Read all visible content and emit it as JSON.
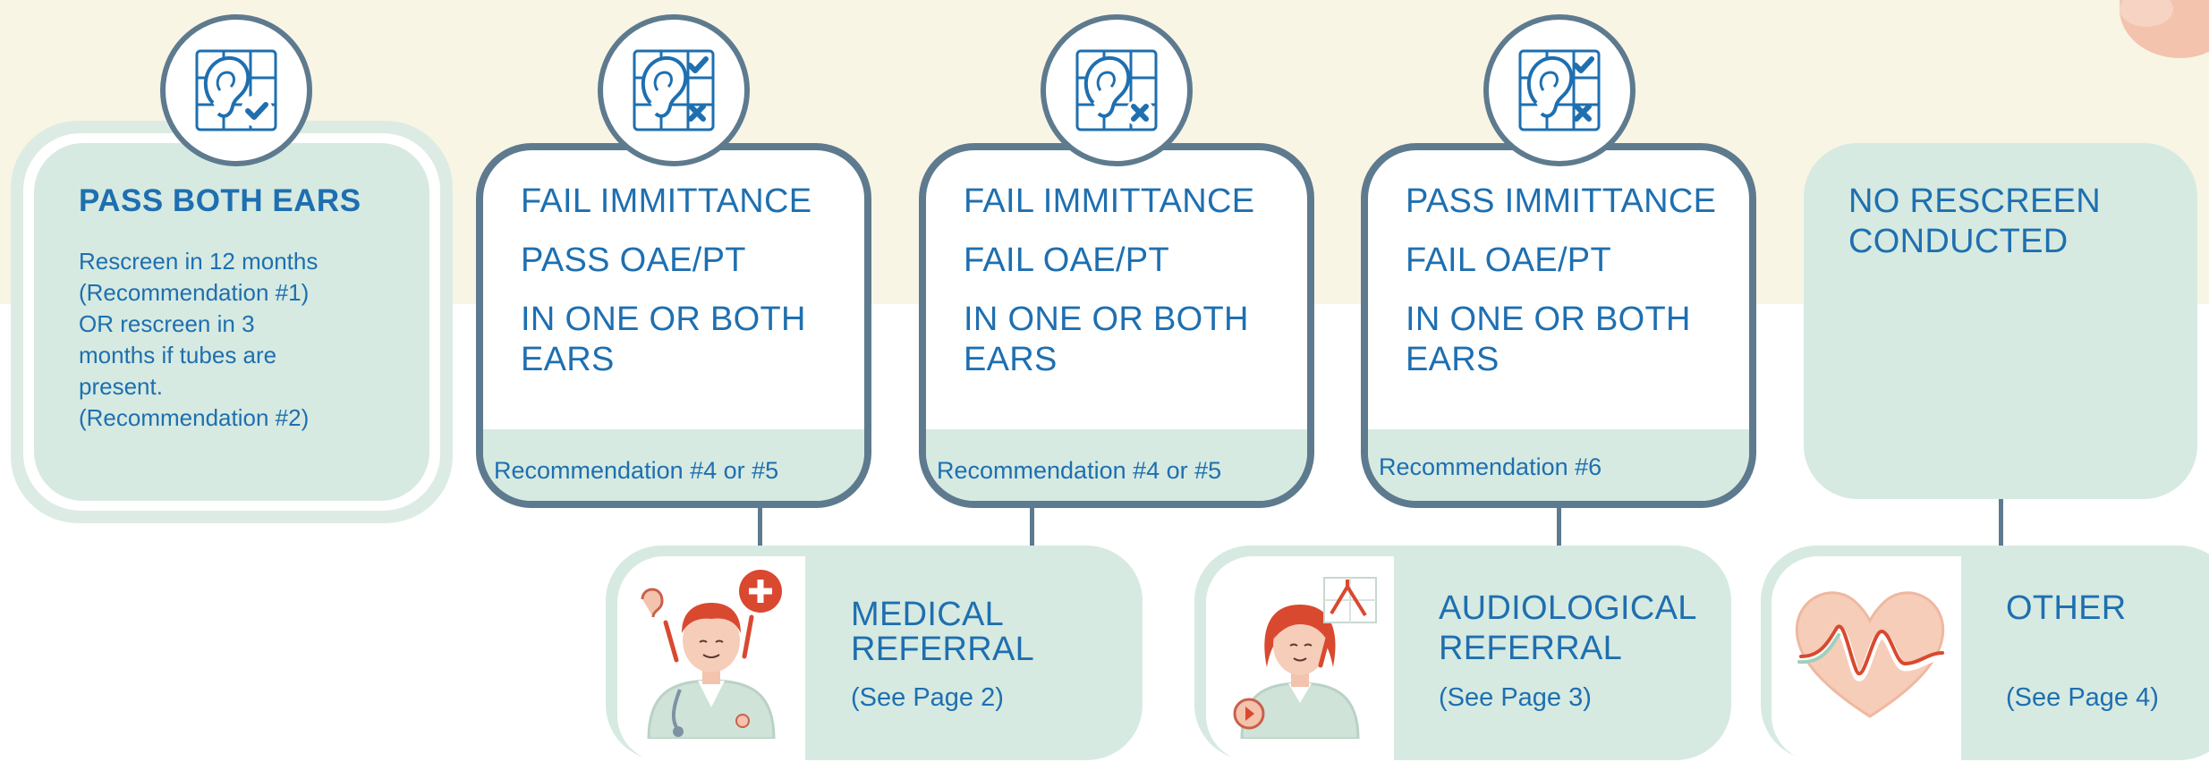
{
  "colors": {
    "text_blue": "#1e6fb0",
    "border_slate": "#5e7a8e",
    "mint": "#d6eae1",
    "cream": "#f8f5e5"
  },
  "pass_box": {
    "title": "PASS BOTH EARS",
    "lines": [
      "Rescreen in 12 months",
      "(Recommendation #1)",
      "OR  rescreen in 3",
      "months if tubes are",
      "present.",
      "(Recommendation #2)"
    ],
    "icon": "ear-grid-check-icon"
  },
  "result_boxes": [
    {
      "line1": "FAIL IMMITTANCE",
      "line2": "PASS OAE/PT",
      "line3": "IN ONE OR BOTH",
      "line4": "EARS",
      "recommendation": "Recommendation #4 or #5",
      "icon": "ear-grid-check-cross-icon"
    },
    {
      "line1": "FAIL IMMITTANCE",
      "line2": "FAIL OAE/PT",
      "line3": "IN ONE OR BOTH",
      "line4": "EARS",
      "recommendation": "Recommendation #4 or #5",
      "icon": "ear-grid-cross-icon"
    },
    {
      "line1": "PASS IMMITTANCE",
      "line2": "FAIL OAE/PT",
      "line3": "IN ONE OR BOTH",
      "line4": "EARS",
      "recommendation": "Recommendation #6",
      "icon": "ear-grid-check-cross-icon"
    }
  ],
  "no_rescreen": {
    "line1": "NO RESCREEN",
    "line2": "CONDUCTED"
  },
  "referrals": [
    {
      "title1": "MEDICAL",
      "title2": "REFERRAL",
      "see": "(See Page 2)",
      "icon": "doctor-icon"
    },
    {
      "title1": "AUDIOLOGICAL",
      "title2": "REFERRAL",
      "see": "(See Page 3)",
      "icon": "audiologist-icon"
    },
    {
      "title1": "OTHER",
      "title2": "",
      "see": "(See Page 4)",
      "icon": "heart-pulse-icon"
    }
  ]
}
